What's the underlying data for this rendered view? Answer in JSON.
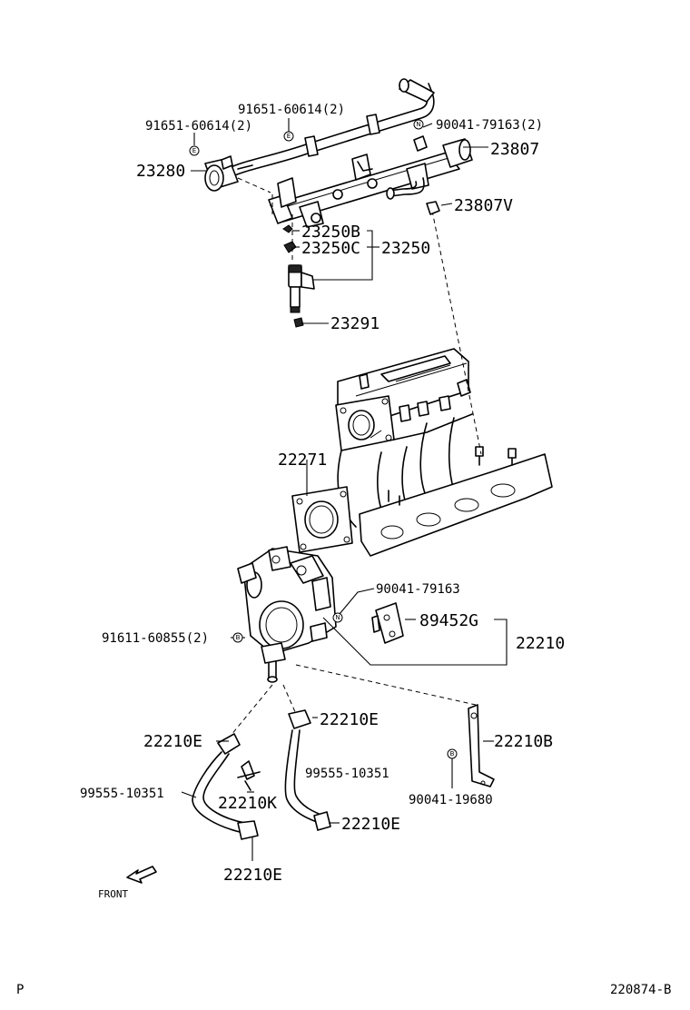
{
  "labels": {
    "l_91651_a": "91651-60614(2)",
    "l_91651_b": "91651-60614(2)",
    "l_90041_a": "90041-79163(2)",
    "l_23807": "23807",
    "l_23280": "23280",
    "l_23807v": "23807V",
    "l_23250b": "23250B",
    "l_23250c": "23250C",
    "l_23250": "23250",
    "l_23291": "23291",
    "l_22271": "22271",
    "l_90041_b": "90041-79163",
    "l_89452g": "89452G",
    "l_22210": "22210",
    "l_91611": "91611-60855(2)",
    "l_22210e_a": "22210E",
    "l_22210e_b": "22210E",
    "l_22210b": "22210B",
    "l_99555_a": "99555-10351",
    "l_99555_b": "99555-10351",
    "l_90041_c": "90041-19680",
    "l_22210k": "22210K",
    "l_22210e_c": "22210E",
    "l_22210e_d": "22210E",
    "l_front": "FRONT",
    "l_page": "P",
    "l_code": "220874-B"
  },
  "markers": {
    "m_e": "E",
    "m_n": "N",
    "m_b": "B"
  },
  "colors": {
    "ink": "#000000",
    "paper": "#ffffff"
  }
}
